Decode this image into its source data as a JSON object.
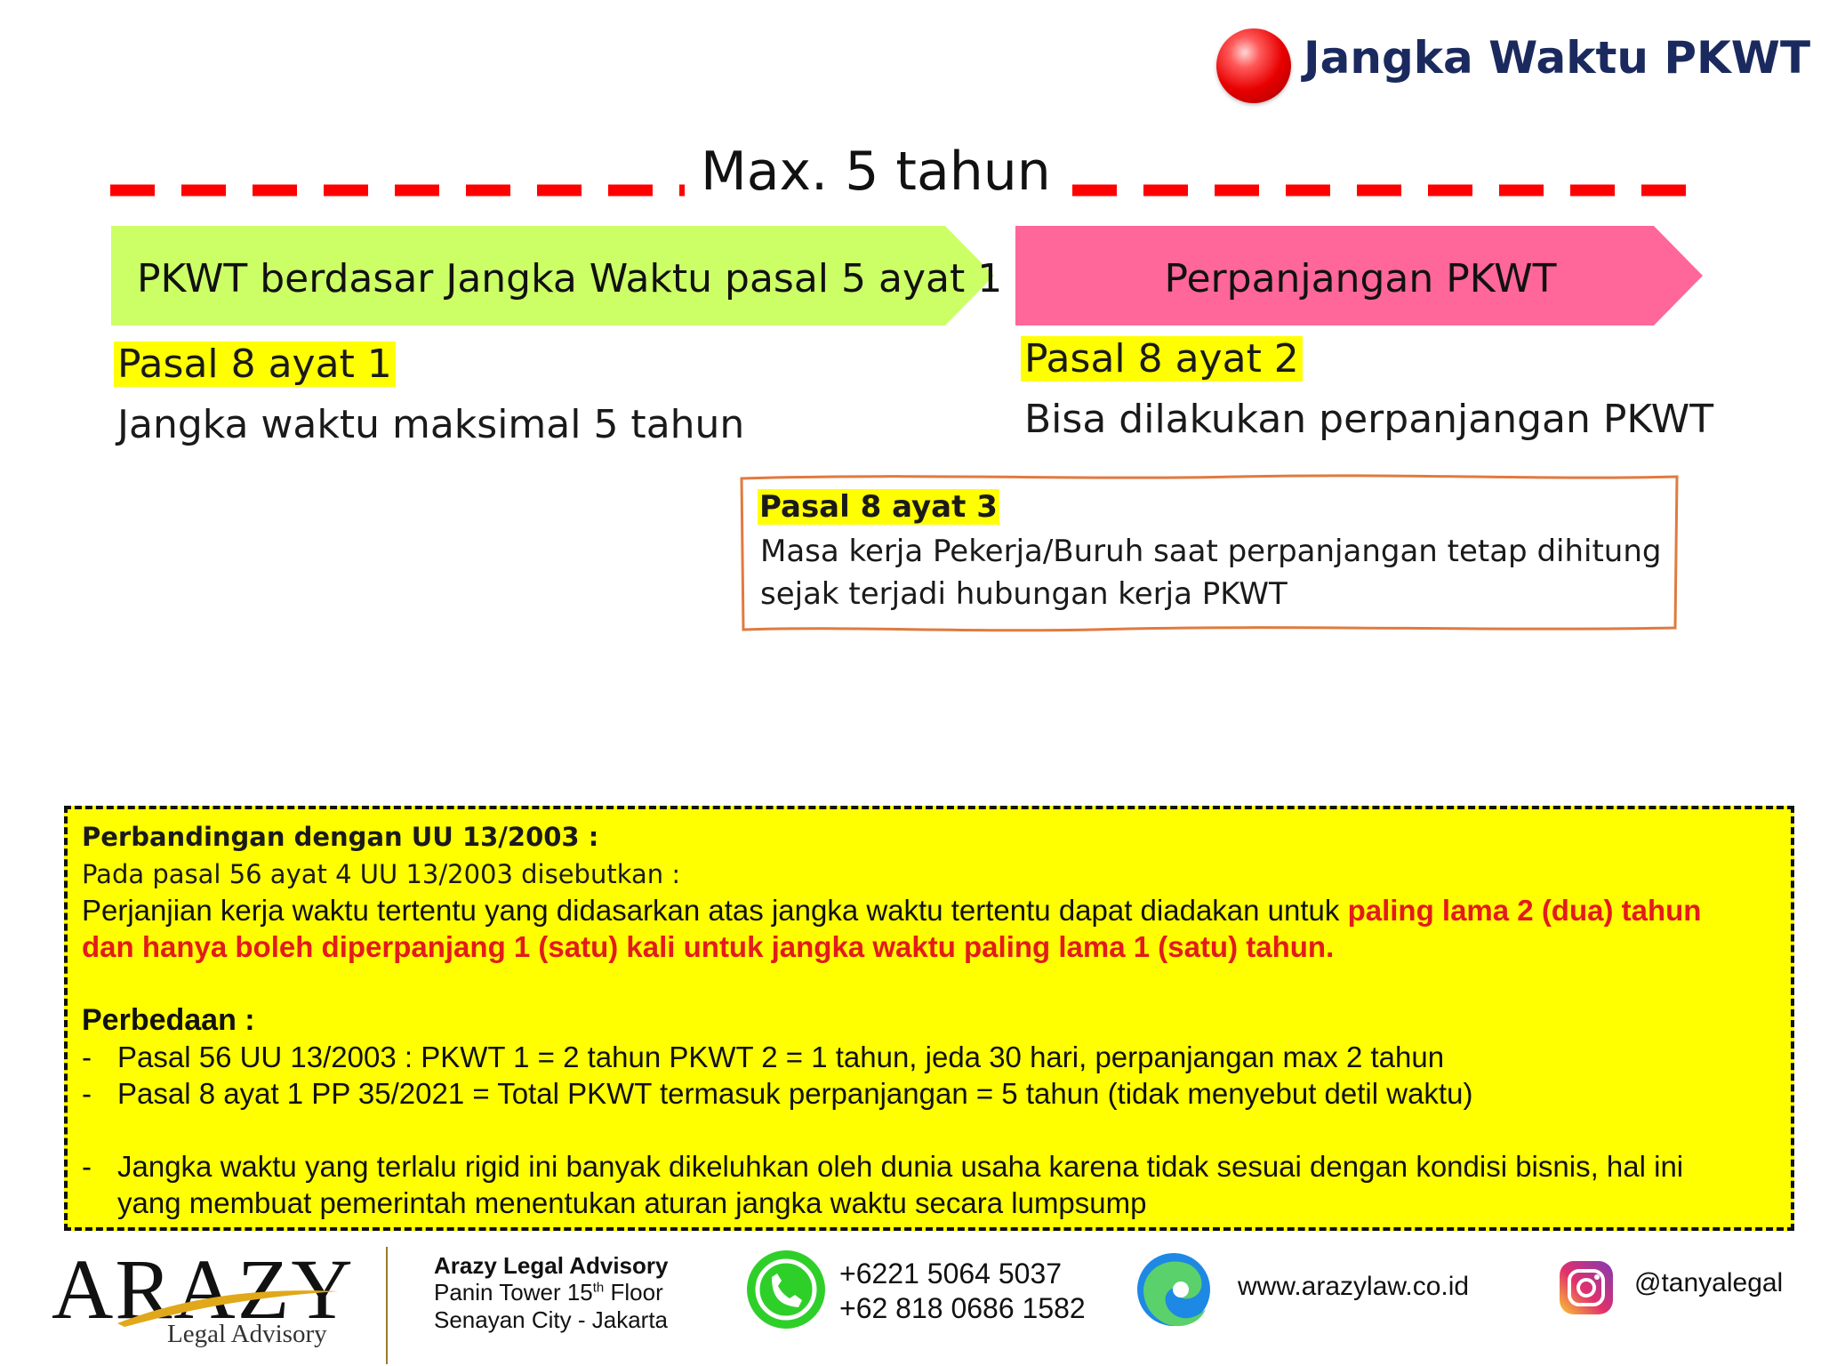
{
  "header": {
    "title": "Jangka Waktu PKWT"
  },
  "timeline": {
    "max_label": "Max. 5 tahun",
    "arrow_left_label": "PKWT berdasar Jangka Waktu pasal 5 ayat 1",
    "arrow_right_label": "Perpanjangan PKWT",
    "colors": {
      "left_arrow": "#ccff66",
      "right_arrow": "#ff6699",
      "dash_line": "#ff0000"
    }
  },
  "pasal_8_1": {
    "heading": "Pasal 8 ayat 1",
    "text": "Jangka waktu maksimal 5 tahun"
  },
  "pasal_8_2": {
    "heading": "Pasal 8 ayat 2",
    "text": "Bisa dilakukan perpanjangan PKWT"
  },
  "pasal_8_3": {
    "heading": "Pasal 8 ayat 3",
    "line1": "Masa kerja Pekerja/Buruh saat perpanjangan tetap dihitung",
    "line2": "sejak terjadi hubungan kerja PKWT"
  },
  "comparison": {
    "title": "Perbandingan dengan UU 13/2003 :",
    "intro": "Pada pasal 56 ayat 4 UU 13/2003 disebutkan :",
    "quote_line1_normal": "Perjanjian kerja waktu tertentu yang didasarkan atas jangka waktu tertentu dapat diadakan untuk ",
    "quote_line1_red": "paling lama 2 (dua) tahun",
    "quote_line2_red": "dan hanya boleh diperpanjang 1 (satu) kali untuk jangka waktu paling lama 1 (satu) tahun.",
    "diff_heading": "Perbedaan :",
    "bullet": "-",
    "items": [
      "Pasal 56 UU 13/2003 : PKWT 1 = 2 tahun PKWT 2 = 1 tahun, jeda 30 hari, perpanjangan max 2 tahun",
      "Pasal 8 ayat 1 PP 35/2021 = Total PKWT termasuk perpanjangan = 5 tahun (tidak menyebut detil waktu)",
      "Jangka waktu yang terlalu rigid ini banyak dikeluhkan oleh dunia usaha karena tidak sesuai dengan kondisi bisnis, hal ini"
    ],
    "item3_cont": "yang membuat pemerintah menentukan aturan jangka waktu secara lumpsump"
  },
  "footer": {
    "logo_word": "ARAZY",
    "logo_sub": "Legal Advisory",
    "firm_name": "Arazy Legal Advisory",
    "address1_pre": "Panin Tower 15",
    "address1_sup": "th",
    "address1_post": " Floor",
    "address2": "Senayan City - Jakarta",
    "phone1": "+6221 5064 5037",
    "phone2": "+62 818 0686 1582",
    "website": "www.arazylaw.co.id",
    "instagram": "@tanyalegal",
    "icons": [
      "whatsapp-phone-icon",
      "edge-browser-icon",
      "instagram-icon"
    ]
  }
}
